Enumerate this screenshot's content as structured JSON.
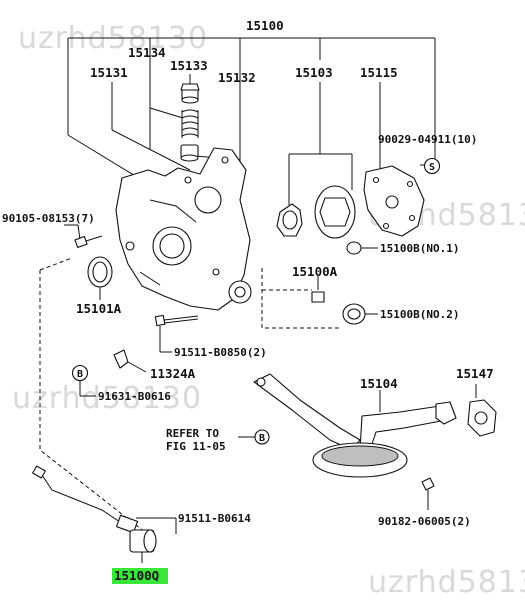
{
  "watermark": "uzrhd58130",
  "highlight_color": "#39e639",
  "labels": {
    "p15100": "15100",
    "p15134": "15134",
    "p15133": "15133",
    "p15131": "15131",
    "p15132": "15132",
    "p15103": "15103",
    "p15115": "15115",
    "p90029": "90029-04911(10)",
    "p90105": "90105-08153(7)",
    "p15101a": "15101A",
    "p15100b1": "15100B(NO.1)",
    "p15100a": "15100A",
    "p15100b2": "15100B(NO.2)",
    "p91511b0850": "91511-B0850(2)",
    "p11324a": "11324A",
    "p91631": "91631-B0616",
    "p15104": "15104",
    "p15147": "15147",
    "refer1": "REFER TO",
    "refer2": "FIG 11-05",
    "p91511b0614": "91511-B0614",
    "p90182": "90182-06005(2)",
    "p15100q": "15100Q"
  },
  "symbols": {
    "s_circle": "S",
    "b_circle_left": "B",
    "b_circle_ref": "B"
  }
}
